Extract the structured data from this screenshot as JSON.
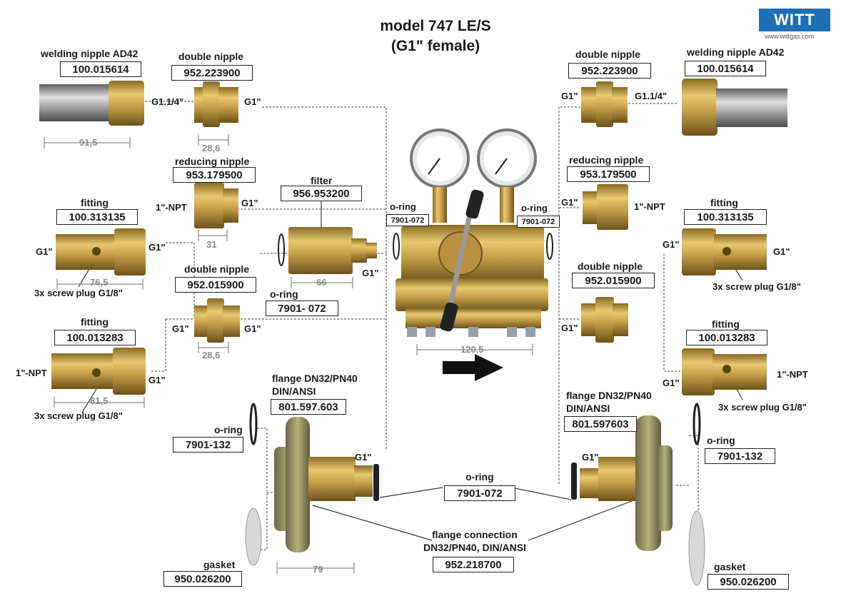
{
  "title": {
    "line1": "model 747 LE/S",
    "line2": "(G1\" female)"
  },
  "logo": {
    "text": "WITT",
    "url": "www.wittgas.com"
  },
  "left": {
    "welding_nipple": {
      "label": "welding nipple AD42",
      "part": "100.015614",
      "dim": "91,5"
    },
    "double_nipple_top": {
      "label": "double nipple",
      "part": "952.223900",
      "dim": "28,6",
      "thread_a": "G1.1/4\"",
      "thread_b": "G1\""
    },
    "reducing_nipple": {
      "label": "reducing nipple",
      "part": "953.179500",
      "dim": "31",
      "thread_a": "1\"-NPT",
      "thread_b": "G1\""
    },
    "fitting_1": {
      "label": "fitting",
      "part": "100.313135",
      "dim": "76,5",
      "thread_a": "G1\"",
      "thread_b": "G1\"",
      "plug": "3x screw plug G1/8\""
    },
    "double_nipple_mid": {
      "label": "double nipple",
      "part": "952.015900",
      "dim": "28,6",
      "thread_a": "G1\"",
      "thread_b": "G1\""
    },
    "fitting_2": {
      "label": "fitting",
      "part": "100.013283",
      "dim": "81,5",
      "thread_a": "1\"-NPT",
      "thread_b": "G1\"",
      "plug": "3x screw plug G1/8\""
    },
    "filter": {
      "label": "filter",
      "part": "956.953200",
      "dim": "66",
      "thread": "G1\""
    },
    "oring_filter": {
      "label": "o-ring",
      "part": "7901- 072"
    },
    "flange": {
      "label1": "flange DN32/PN40",
      "label2": "DIN/ANSI",
      "part": "801.597.603",
      "thread": "G1\"",
      "dim": "79"
    },
    "oring_flange": {
      "label": "o-ring",
      "part": "7901-132"
    },
    "gasket": {
      "label": "gasket",
      "part": "950.026200"
    }
  },
  "center": {
    "oring_left": {
      "label": "o-ring",
      "part": "7901-072"
    },
    "oring_right": {
      "label": "o-ring",
      "part": "7901-072"
    },
    "dim": "120,5",
    "oring_bottom": {
      "label": "o-ring",
      "part": "7901-072"
    },
    "flange_connection": {
      "label1": "flange connection",
      "label2": "DN32/PN40, DIN/ANSI",
      "part": "952.218700"
    }
  },
  "right": {
    "double_nipple_top": {
      "label": "double nipple",
      "part": "952.223900",
      "thread_a": "G1\"",
      "thread_b": "G1.1/4\""
    },
    "welding_nipple": {
      "label": "welding nipple AD42",
      "part": "100.015614"
    },
    "reducing_nipple": {
      "label": "reducing nipple",
      "part": "953.179500",
      "thread_a": "G1\"",
      "thread_b": "1\"-NPT"
    },
    "fitting_1": {
      "label": "fitting",
      "part": "100.313135",
      "thread_a": "G1\"",
      "thread_b": "G1\"",
      "plug": "3x screw plug  G1/8\""
    },
    "double_nipple_mid": {
      "label": "double nipple",
      "part": "952.015900",
      "thread": "G1\""
    },
    "fitting_2": {
      "label": "fitting",
      "part": "100.013283",
      "thread_a": "G1\"",
      "thread_b": "1\"-NPT",
      "plug": "3x screw plug G1/8\""
    },
    "flange": {
      "label1": "flange DN32/PN40",
      "label2": "DIN/ANSI",
      "part": "801.597603",
      "thread": "G1\""
    },
    "oring_flange": {
      "label": "o-ring",
      "part": "7901-132"
    },
    "gasket": {
      "label": "gasket",
      "part": "950.026200"
    }
  },
  "colors": {
    "brass": "#c9a24a",
    "brass_dark": "#8a6a22",
    "steel": "#a8a8a8",
    "logo_blue": "#1f6fb5",
    "dim_gray": "#8a8a8a"
  }
}
